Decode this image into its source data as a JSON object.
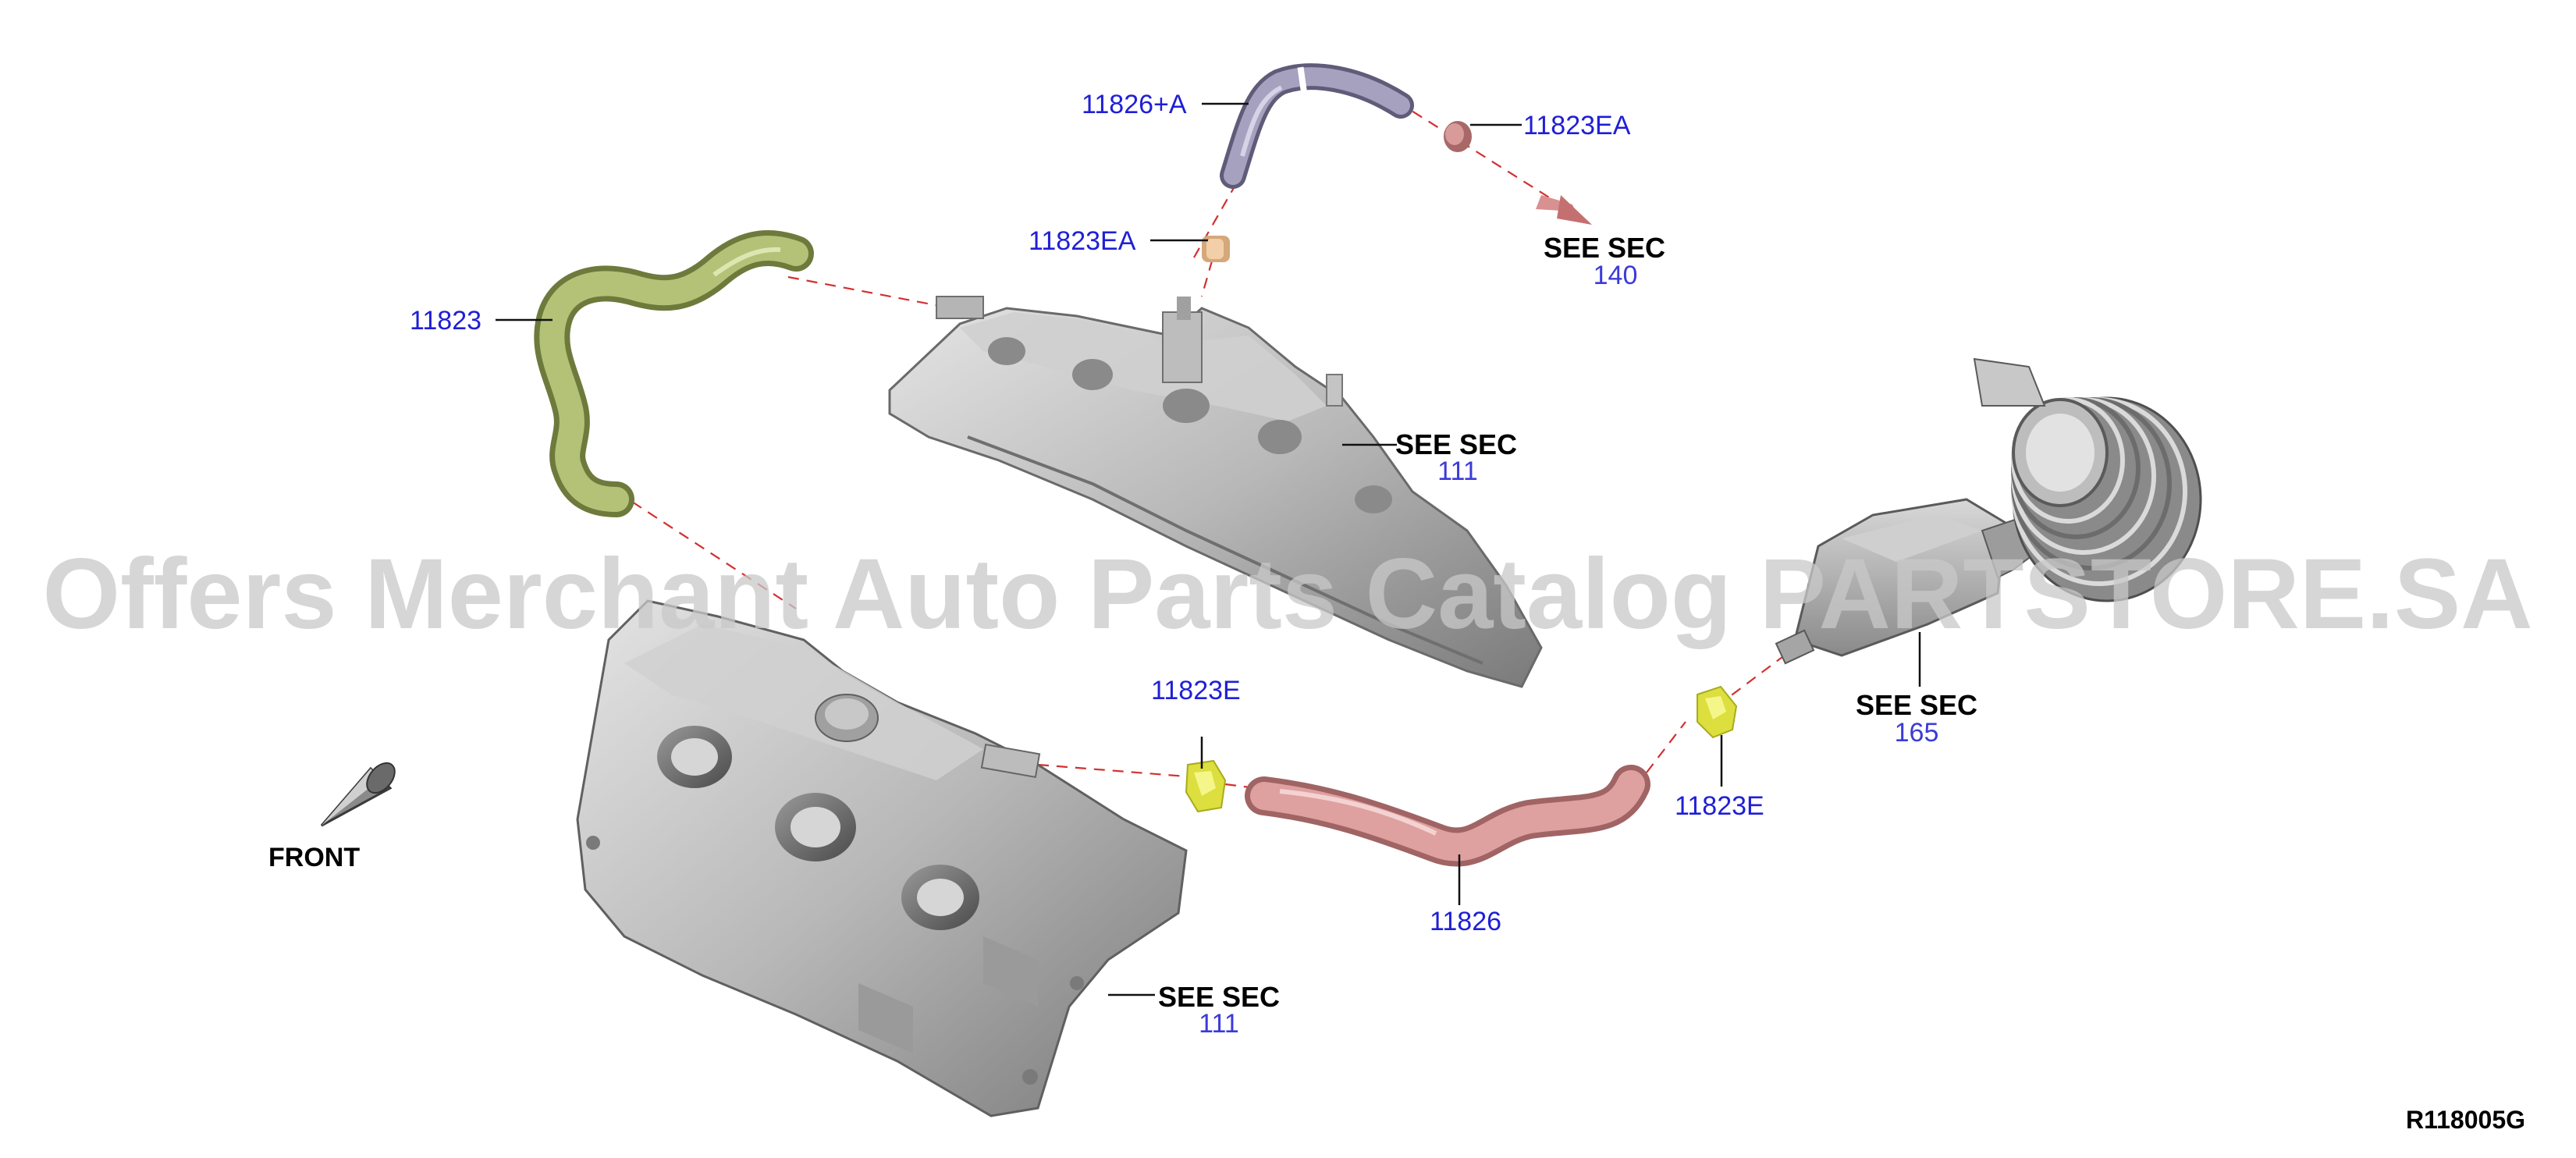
{
  "watermark": "Offers Merchant Auto Parts Catalog PARTSTORE.SA",
  "diagram_id": "R118005G",
  "front_label": "FRONT",
  "see_sec_text": "SEE SEC",
  "part_labels": {
    "p11826A": "11826+A",
    "p11823EA_right": "11823EA",
    "p11823EA_left": "11823EA",
    "p11823": "11823",
    "p11823E_left": "11823E",
    "p11823E_right": "11823E",
    "p11826": "11826"
  },
  "section_refs": {
    "sec140": "140",
    "sec111_upper": "111",
    "sec165": "165",
    "sec111_lower": "111"
  },
  "colors": {
    "label_blue": "#1f1fd6",
    "dashed_line": "#d23030",
    "hose_purple": "#8e8aa6",
    "hose_green": "#a9b86a",
    "hose_pink": "#d99a9a",
    "clamp_yellow": "#e8ec5a",
    "engine_gray": "#b9b9b9"
  }
}
